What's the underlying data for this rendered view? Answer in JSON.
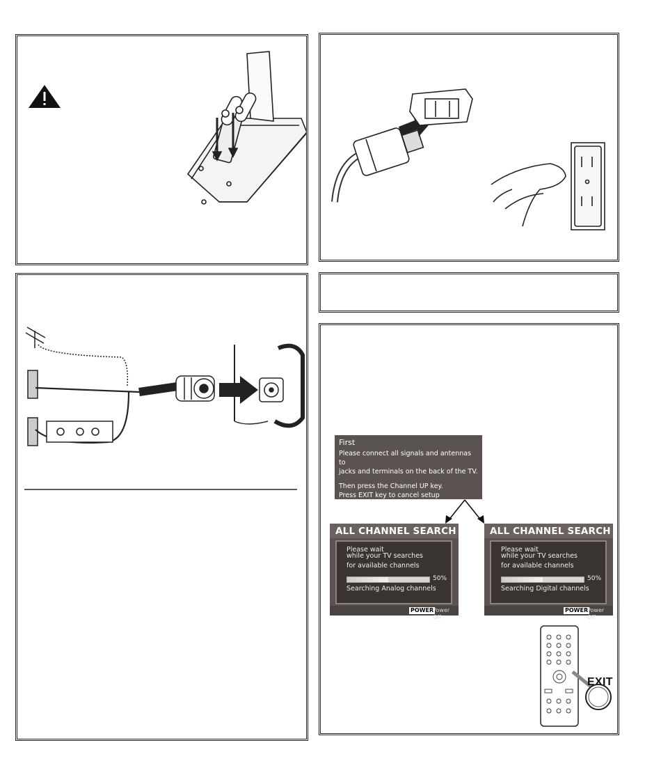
{
  "first_screen": {
    "title": "First",
    "line1": "Please connect all signals and antennas to",
    "line2": "jacks and terminals on the back of the TV.",
    "line3": "Then press the Channel UP key.",
    "line4": "Press EXIT key to cancel setup"
  },
  "search_screens": [
    {
      "title": "ALL CHANNEL SEARCH",
      "wait1": "Please wait",
      "wait2": "while your TV searches",
      "wait3": "for available channels",
      "progress_percent": "50%",
      "progress_fraction": 0.5,
      "status": "Searching Analog channels",
      "power_key": "POWER",
      "power_label": "Power Off"
    },
    {
      "title": "ALL CHANNEL SEARCH",
      "wait1": "Please wait",
      "wait2": "while your TV searches",
      "wait3": "for available channels",
      "progress_percent": "50%",
      "progress_fraction": 0.5,
      "status": "Searching Digital channels",
      "power_key": "POWER",
      "power_label": "Power Off"
    }
  ],
  "remote": {
    "exit_label": "EXIT"
  },
  "icons": {
    "warning": "warning-triangle-icon",
    "arrow": "arrow-right-icon"
  },
  "colors": {
    "osd_bg": "#5b5350",
    "ink": "#111111"
  }
}
